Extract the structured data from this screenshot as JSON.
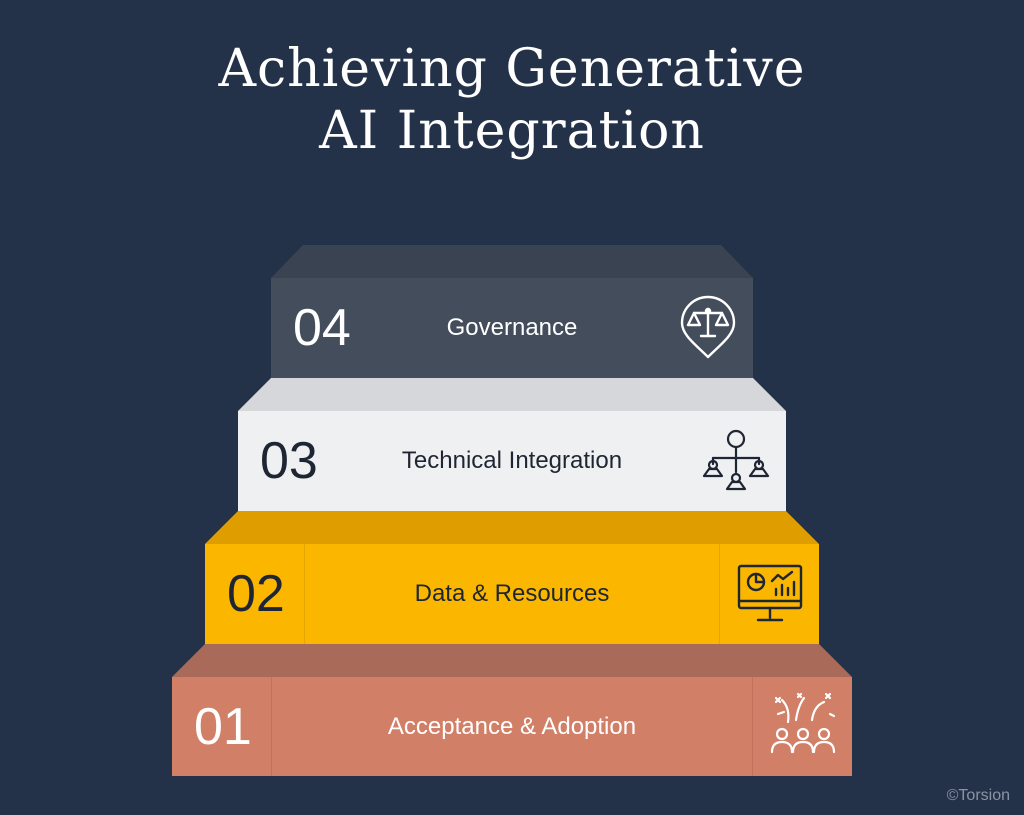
{
  "title": {
    "line1": "Achieving Generative",
    "line2": "AI Integration"
  },
  "steps": [
    {
      "number": "04",
      "label": "Governance",
      "icon": "scales-pin-icon"
    },
    {
      "number": "03",
      "label": "Technical Integration",
      "icon": "network-hierarchy-icon"
    },
    {
      "number": "02",
      "label": "Data & Resources",
      "icon": "monitor-chart-icon"
    },
    {
      "number": "01",
      "label": "Acceptance & Adoption",
      "icon": "people-celebration-icon"
    }
  ],
  "colors": {
    "background": "#243249",
    "step4_top": "#3a4352",
    "step4_front": "#444d5c",
    "step3_top": "#d5d7da",
    "step3_front": "#eff0f2",
    "step2_top": "#e09d00",
    "step2_front": "#fbb700",
    "step1_top": "#a96a5a",
    "step1_front": "#d27f67"
  },
  "credit": "©Torsion"
}
